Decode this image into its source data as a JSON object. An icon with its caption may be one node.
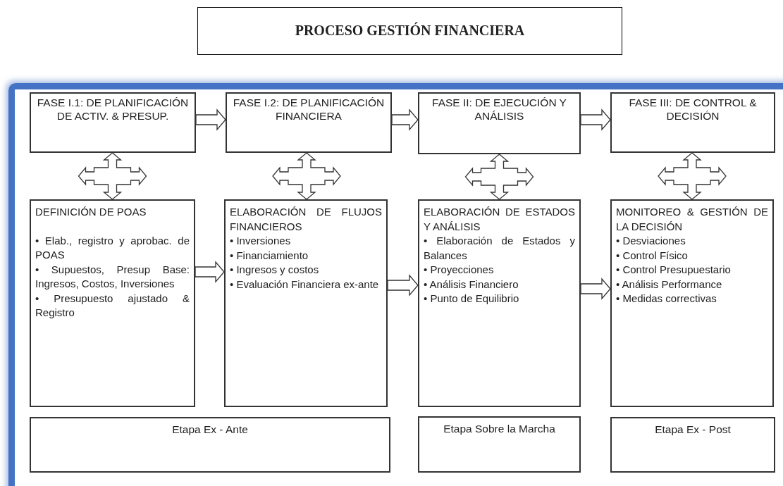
{
  "diagram": {
    "title": "PROCESO GESTIÓN FINANCIERA",
    "nodes": [
      {
        "text": [
          "FASE I.1: DE PLANIFICACIÓN DE ACTIV. & PRESUP."
        ]
      },
      {
        "text": [
          "FASE I.2: DE PLANIFICACIÓN FINANCIERA"
        ]
      },
      {
        "text": [
          "FASE II: DE EJECUCIÓN Y ANÁLISIS"
        ]
      },
      {
        "text": [
          "FASE III: DE CONTROL & DECISIÓN"
        ]
      },
      {
        "text": [
          "DEFINICIÓN DE POAS",
          "• Elab., registro y aprobac. de POAS",
          "• Supuestos, Presup Base: Ingresos, Costos, Inversiones",
          "• Presupuesto ajustado & Registro"
        ]
      },
      {
        "text": [
          "ELABORACIÓN DE FLUJOS FINANCIEROS",
          "• Inversiones",
          "• Financiamiento",
          "• Ingresos y costos",
          "• Evaluación Financiera ex-ante"
        ]
      },
      {
        "text": [
          "ELABORACIÓN DE ESTADOS Y ANÁLISIS",
          "• Elaboración de Estados y Balances",
          "• Proyecciones",
          "• Análisis Financiero",
          "• Punto de Equilibrio"
        ]
      },
      {
        "text": [
          "MONITOREO & GESTIÓN DE LA DECISIÓN",
          "• Desviaciones",
          "• Control Físico",
          "• Control Presupuestario",
          "• Análisis Performance",
          "• Medidas correctivas"
        ]
      },
      {
        "text": [
          "Etapa Ex - Ante"
        ]
      },
      {
        "text": [
          "Etapa Sobre la Marcha"
        ]
      },
      {
        "text": [
          "Etapa Ex - Post"
        ]
      }
    ],
    "edges": [
      {
        "from": 0,
        "to": 1,
        "arrow": "to"
      },
      {
        "from": 1,
        "to": 2,
        "arrow": "to"
      },
      {
        "from": 2,
        "to": 3,
        "arrow": "to"
      },
      {
        "from": 0,
        "to": 4,
        "arrow": "both"
      },
      {
        "from": 1,
        "to": 5,
        "arrow": "both"
      },
      {
        "from": 2,
        "to": 6,
        "arrow": "both"
      },
      {
        "from": 3,
        "to": 7,
        "arrow": "both"
      },
      {
        "from": 4,
        "to": 5,
        "arrow": "to"
      },
      {
        "from": 5,
        "to": 6,
        "arrow": "to"
      },
      {
        "from": 6,
        "to": 7,
        "arrow": "to"
      }
    ]
  }
}
